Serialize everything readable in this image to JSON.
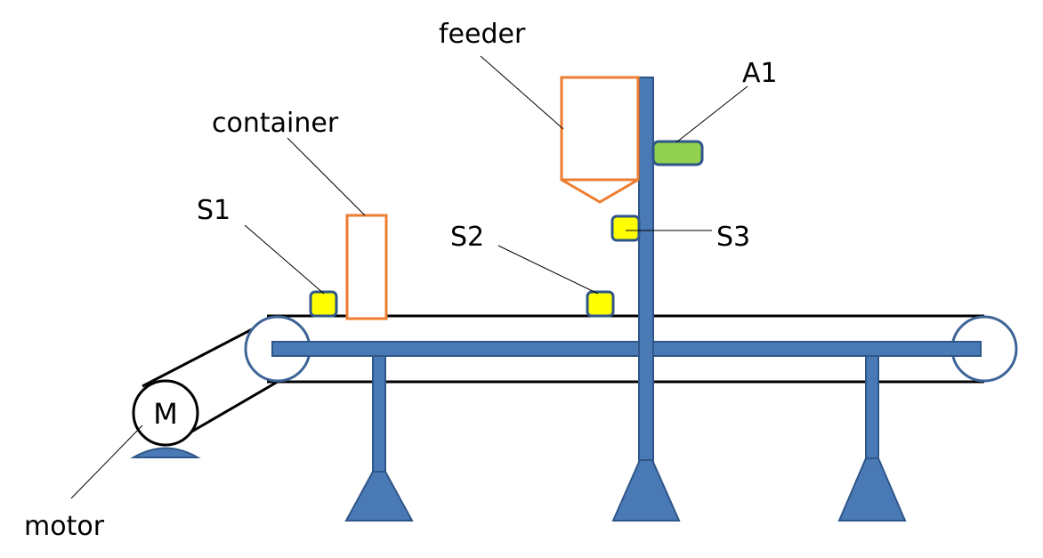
{
  "labels": {
    "feeder": "feeder",
    "a1": "A1",
    "container": "container",
    "s1": "S1",
    "s2": "S2",
    "s3": "S3",
    "motor": "motor",
    "motor_symbol": "M"
  },
  "colors": {
    "frame": "#4a7ab6",
    "frame_outline": "#2f5689",
    "sensor_fill": "#ffff00",
    "actuator_fill": "#92d050",
    "outline_orange": "#ed7d31",
    "belt": "#000000"
  }
}
